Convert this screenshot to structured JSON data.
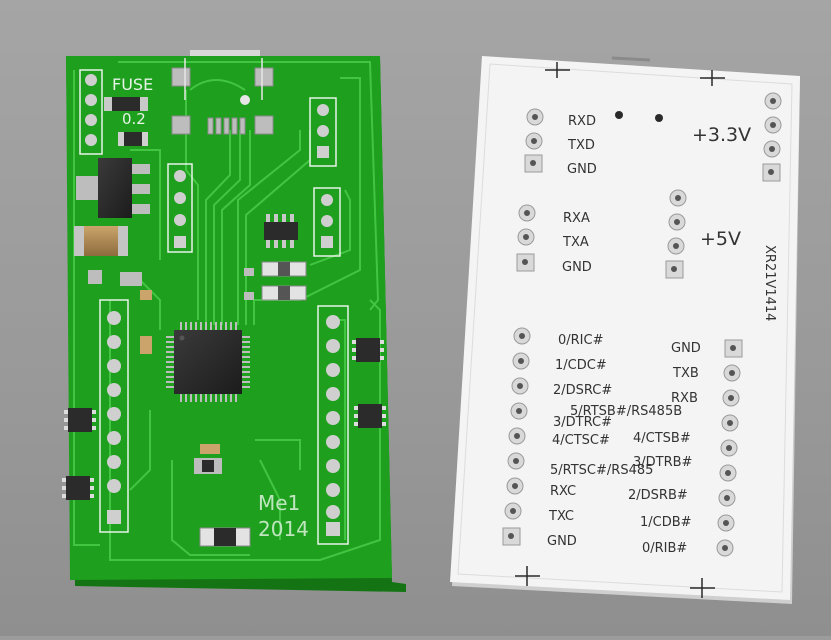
{
  "colors": {
    "background": "#9c9c9c",
    "pcb_green": "#1e9f1e",
    "pcb_edge": "#147414",
    "trace": "#3dc23d",
    "silk": "#e8f3e8",
    "back_white": "#f4f4f4",
    "pad_gray": "#b9b9b9",
    "chip_black": "#2b2b2b"
  },
  "front_board": {
    "fuse_label": "FUSE",
    "fuse_value": "0.2",
    "silk_brand": "Me1",
    "silk_year": "2014"
  },
  "back_board": {
    "pin_labels": {
      "rxd": "RXD",
      "txd": "TXD",
      "gnd1": "GND",
      "rxa": "RXA",
      "txa": "TXA",
      "gnd2": "GND",
      "v33": "+3.3V",
      "v5": "+5V",
      "chip": "XR21V1414"
    },
    "left_header": [
      "0/RIC#",
      "1/CDC#",
      "2/DSRC#",
      "3/DTRC#",
      "4/CTSC#",
      "5/RTSC#/RS485",
      "RXC",
      "TXC",
      "GND"
    ],
    "right_header": [
      "GND",
      "TXB",
      "RXB",
      "5/RTSB#/RS485B",
      "4/CTSB#",
      "3/DTRB#",
      "2/DSRB#",
      "1/CDB#",
      "0/RIB#"
    ]
  }
}
